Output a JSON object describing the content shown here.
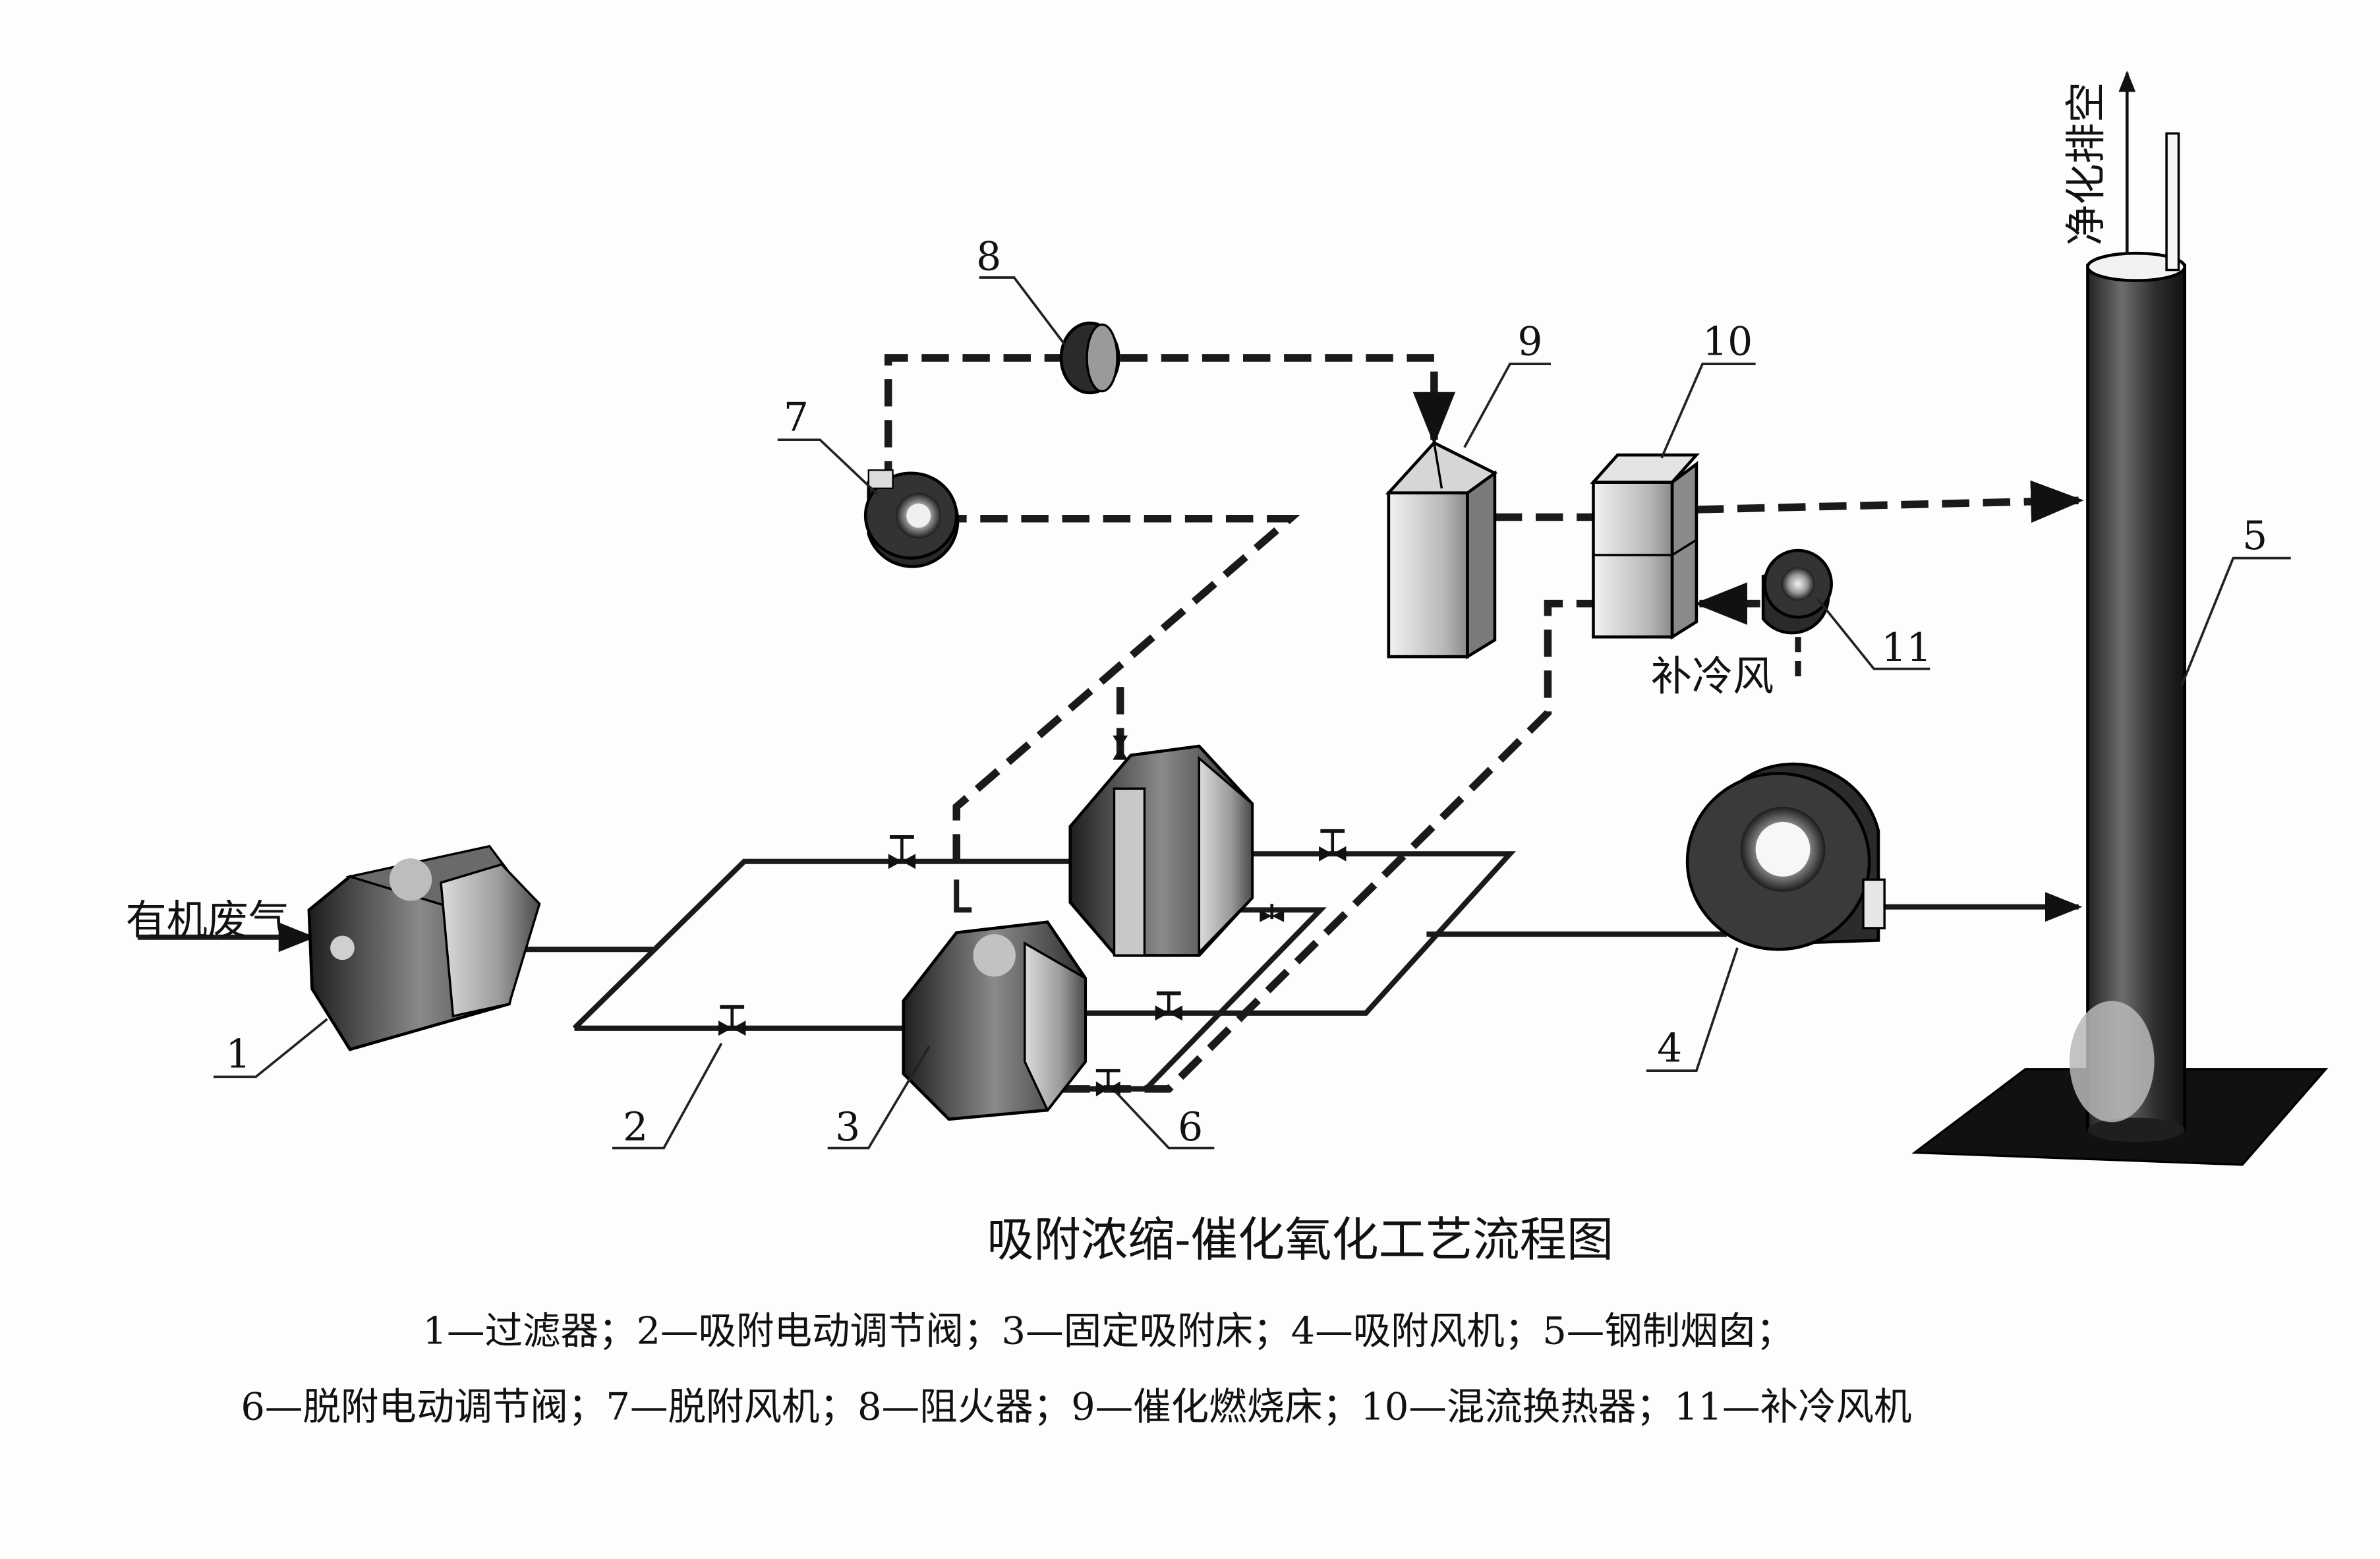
{
  "title": "吸附浓缩-催化氧化工艺流程图",
  "legend": {
    "line1": "1—过滤器；2—吸附电动调节阀；3—固定吸附床；4—吸附风机；5—钢制烟囱；",
    "line2": "6—脱附电动调节阀；7—脱附风机；8—阻火器；9—催化燃烧床；10—混流换热器；11—补冷风机"
  },
  "labels": {
    "inlet": "有机废气",
    "outlet": "净化排空",
    "cooling_air": "补冷风"
  },
  "components": {
    "c1": "1",
    "c2": "2",
    "c3": "3",
    "c4": "4",
    "c5": "5",
    "c6": "6",
    "c7": "7",
    "c8": "8",
    "c9": "9",
    "c10": "10",
    "c11": "11"
  }
}
